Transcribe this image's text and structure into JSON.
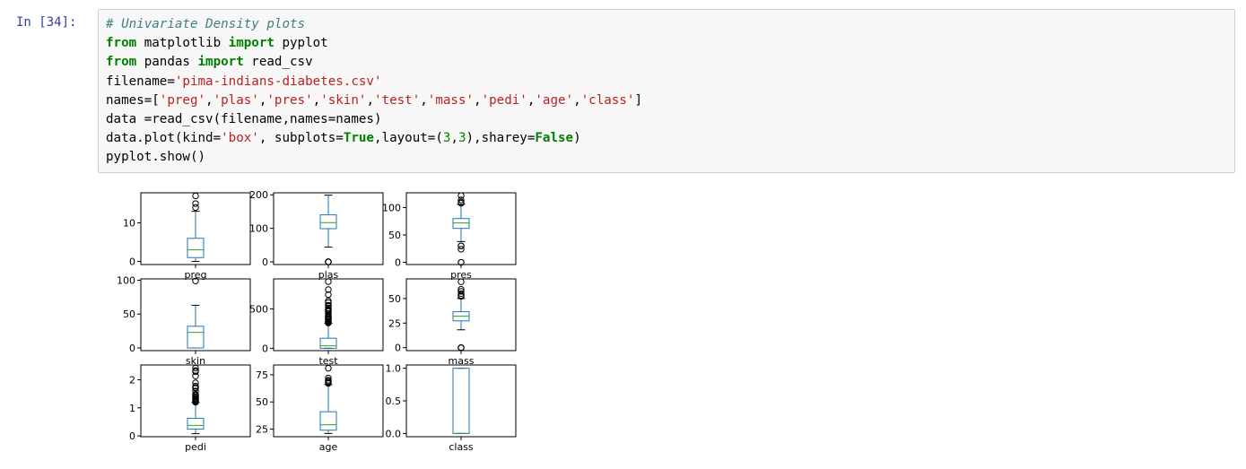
{
  "cell": {
    "prompt": "In [34]:",
    "code": [
      [
        {
          "t": "cmt",
          "v": "# Univariate Density plots"
        }
      ],
      [
        {
          "t": "kw",
          "v": "from"
        },
        {
          "t": "",
          "v": " matplotlib "
        },
        {
          "t": "kw",
          "v": "import"
        },
        {
          "t": "",
          "v": " pyplot"
        }
      ],
      [
        {
          "t": "kw",
          "v": "from"
        },
        {
          "t": "",
          "v": " pandas "
        },
        {
          "t": "kw",
          "v": "import"
        },
        {
          "t": "",
          "v": " read_csv"
        }
      ],
      [
        {
          "t": "",
          "v": "filename="
        },
        {
          "t": "str",
          "v": "'pima-indians-diabetes.csv'"
        }
      ],
      [
        {
          "t": "",
          "v": "names=["
        },
        {
          "t": "str",
          "v": "'preg'"
        },
        {
          "t": "",
          "v": ","
        },
        {
          "t": "str",
          "v": "'plas'"
        },
        {
          "t": "",
          "v": ","
        },
        {
          "t": "str",
          "v": "'pres'"
        },
        {
          "t": "",
          "v": ","
        },
        {
          "t": "str",
          "v": "'skin'"
        },
        {
          "t": "",
          "v": ","
        },
        {
          "t": "str",
          "v": "'test'"
        },
        {
          "t": "",
          "v": ","
        },
        {
          "t": "str",
          "v": "'mass'"
        },
        {
          "t": "",
          "v": ","
        },
        {
          "t": "str",
          "v": "'pedi'"
        },
        {
          "t": "",
          "v": ","
        },
        {
          "t": "str",
          "v": "'age'"
        },
        {
          "t": "",
          "v": ","
        },
        {
          "t": "str",
          "v": "'class'"
        },
        {
          "t": "",
          "v": "]"
        }
      ],
      [
        {
          "t": "",
          "v": "data =read_csv(filename,names=names)"
        }
      ],
      [
        {
          "t": "",
          "v": "data.plot(kind="
        },
        {
          "t": "str",
          "v": "'box'"
        },
        {
          "t": "",
          "v": ", subplots="
        },
        {
          "t": "kw",
          "v": "True"
        },
        {
          "t": "",
          "v": ",layout=("
        },
        {
          "t": "num",
          "v": "3"
        },
        {
          "t": "",
          "v": ","
        },
        {
          "t": "num",
          "v": "3"
        },
        {
          "t": "",
          "v": "),sharey="
        },
        {
          "t": "kw",
          "v": "False"
        },
        {
          "t": "",
          "v": ")"
        }
      ],
      [
        {
          "t": "",
          "v": "pyplot.show()"
        }
      ]
    ]
  },
  "colors": {
    "box": "#1f77b4",
    "median": "#2ca02c",
    "axis": "#000000"
  },
  "chart_data": [
    {
      "type": "box",
      "xlabel": "preg",
      "ylim": [
        -0.8,
        17.8
      ],
      "yticks": [
        0,
        10
      ],
      "stats": {
        "whislo": 0,
        "q1": 1,
        "med": 3,
        "q3": 6,
        "whishi": 13
      },
      "fliers": [
        14,
        15,
        17
      ]
    },
    {
      "type": "box",
      "xlabel": "plas",
      "ylim": [
        -8,
        206
      ],
      "yticks": [
        0,
        100,
        200
      ],
      "stats": {
        "whislo": 44,
        "q1": 99,
        "med": 117,
        "q3": 140.25,
        "whishi": 199
      },
      "fliers": [
        0,
        0,
        0,
        0,
        0
      ]
    },
    {
      "type": "box",
      "xlabel": "pres",
      "ylim": [
        -4,
        127
      ],
      "yticks": [
        0,
        50,
        100
      ],
      "stats": {
        "whislo": 38,
        "q1": 62,
        "med": 72,
        "q3": 80,
        "whishi": 106
      },
      "fliers": [
        0,
        0,
        24,
        30,
        30,
        108,
        110,
        114,
        122
      ]
    },
    {
      "type": "box",
      "xlabel": "skin",
      "ylim": [
        -4,
        102
      ],
      "yticks": [
        0,
        50,
        100
      ],
      "stats": {
        "whislo": 0,
        "q1": 0,
        "med": 23,
        "q3": 32,
        "whishi": 63
      },
      "fliers": [
        99
      ]
    },
    {
      "type": "box",
      "xlabel": "test",
      "ylim": [
        -30,
        880
      ],
      "yticks": [
        0,
        500
      ],
      "stats": {
        "whislo": 0,
        "q1": 0,
        "med": 30.5,
        "q3": 127.25,
        "whishi": 318
      },
      "fliers": [
        321,
        325,
        330,
        335,
        342,
        360,
        370,
        375,
        387,
        392,
        400,
        415,
        440,
        465,
        478,
        480,
        485,
        495,
        510,
        540,
        543,
        545,
        579,
        600,
        680,
        744,
        846
      ]
    },
    {
      "type": "box",
      "xlabel": "mass",
      "ylim": [
        -3,
        70
      ],
      "yticks": [
        0,
        25,
        50
      ],
      "stats": {
        "whislo": 18.2,
        "q1": 27.3,
        "med": 32,
        "q3": 36.6,
        "whishi": 50
      },
      "fliers": [
        0,
        0,
        0,
        0,
        52.3,
        53.2,
        55,
        57.3,
        59.4,
        67.1
      ]
    },
    {
      "type": "box",
      "xlabel": "pedi",
      "ylim": [
        -0.03,
        2.53
      ],
      "yticks": [
        0,
        1,
        2
      ],
      "stats": {
        "whislo": 0.078,
        "q1": 0.244,
        "med": 0.373,
        "q3": 0.627,
        "whishi": 1.191
      },
      "fliers": [
        1.2,
        1.22,
        1.25,
        1.28,
        1.3,
        1.32,
        1.35,
        1.39,
        1.4,
        1.45,
        1.48,
        1.6,
        1.7,
        1.73,
        1.78,
        1.89,
        2.14,
        2.29,
        2.33,
        2.42
      ]
    },
    {
      "type": "box",
      "xlabel": "age",
      "ylim": [
        18,
        84
      ],
      "yticks": [
        25,
        50,
        75
      ],
      "stats": {
        "whislo": 21,
        "q1": 24,
        "med": 29,
        "q3": 41,
        "whishi": 66
      },
      "fliers": [
        67,
        68,
        69,
        70,
        72,
        81
      ]
    },
    {
      "type": "box",
      "xlabel": "class",
      "ylim": [
        -0.05,
        1.05
      ],
      "yticks": [
        0.0,
        0.5,
        1.0
      ],
      "stats": {
        "whislo": 0,
        "q1": 0,
        "med": 0,
        "q3": 1,
        "whishi": 1
      },
      "fliers": []
    }
  ]
}
